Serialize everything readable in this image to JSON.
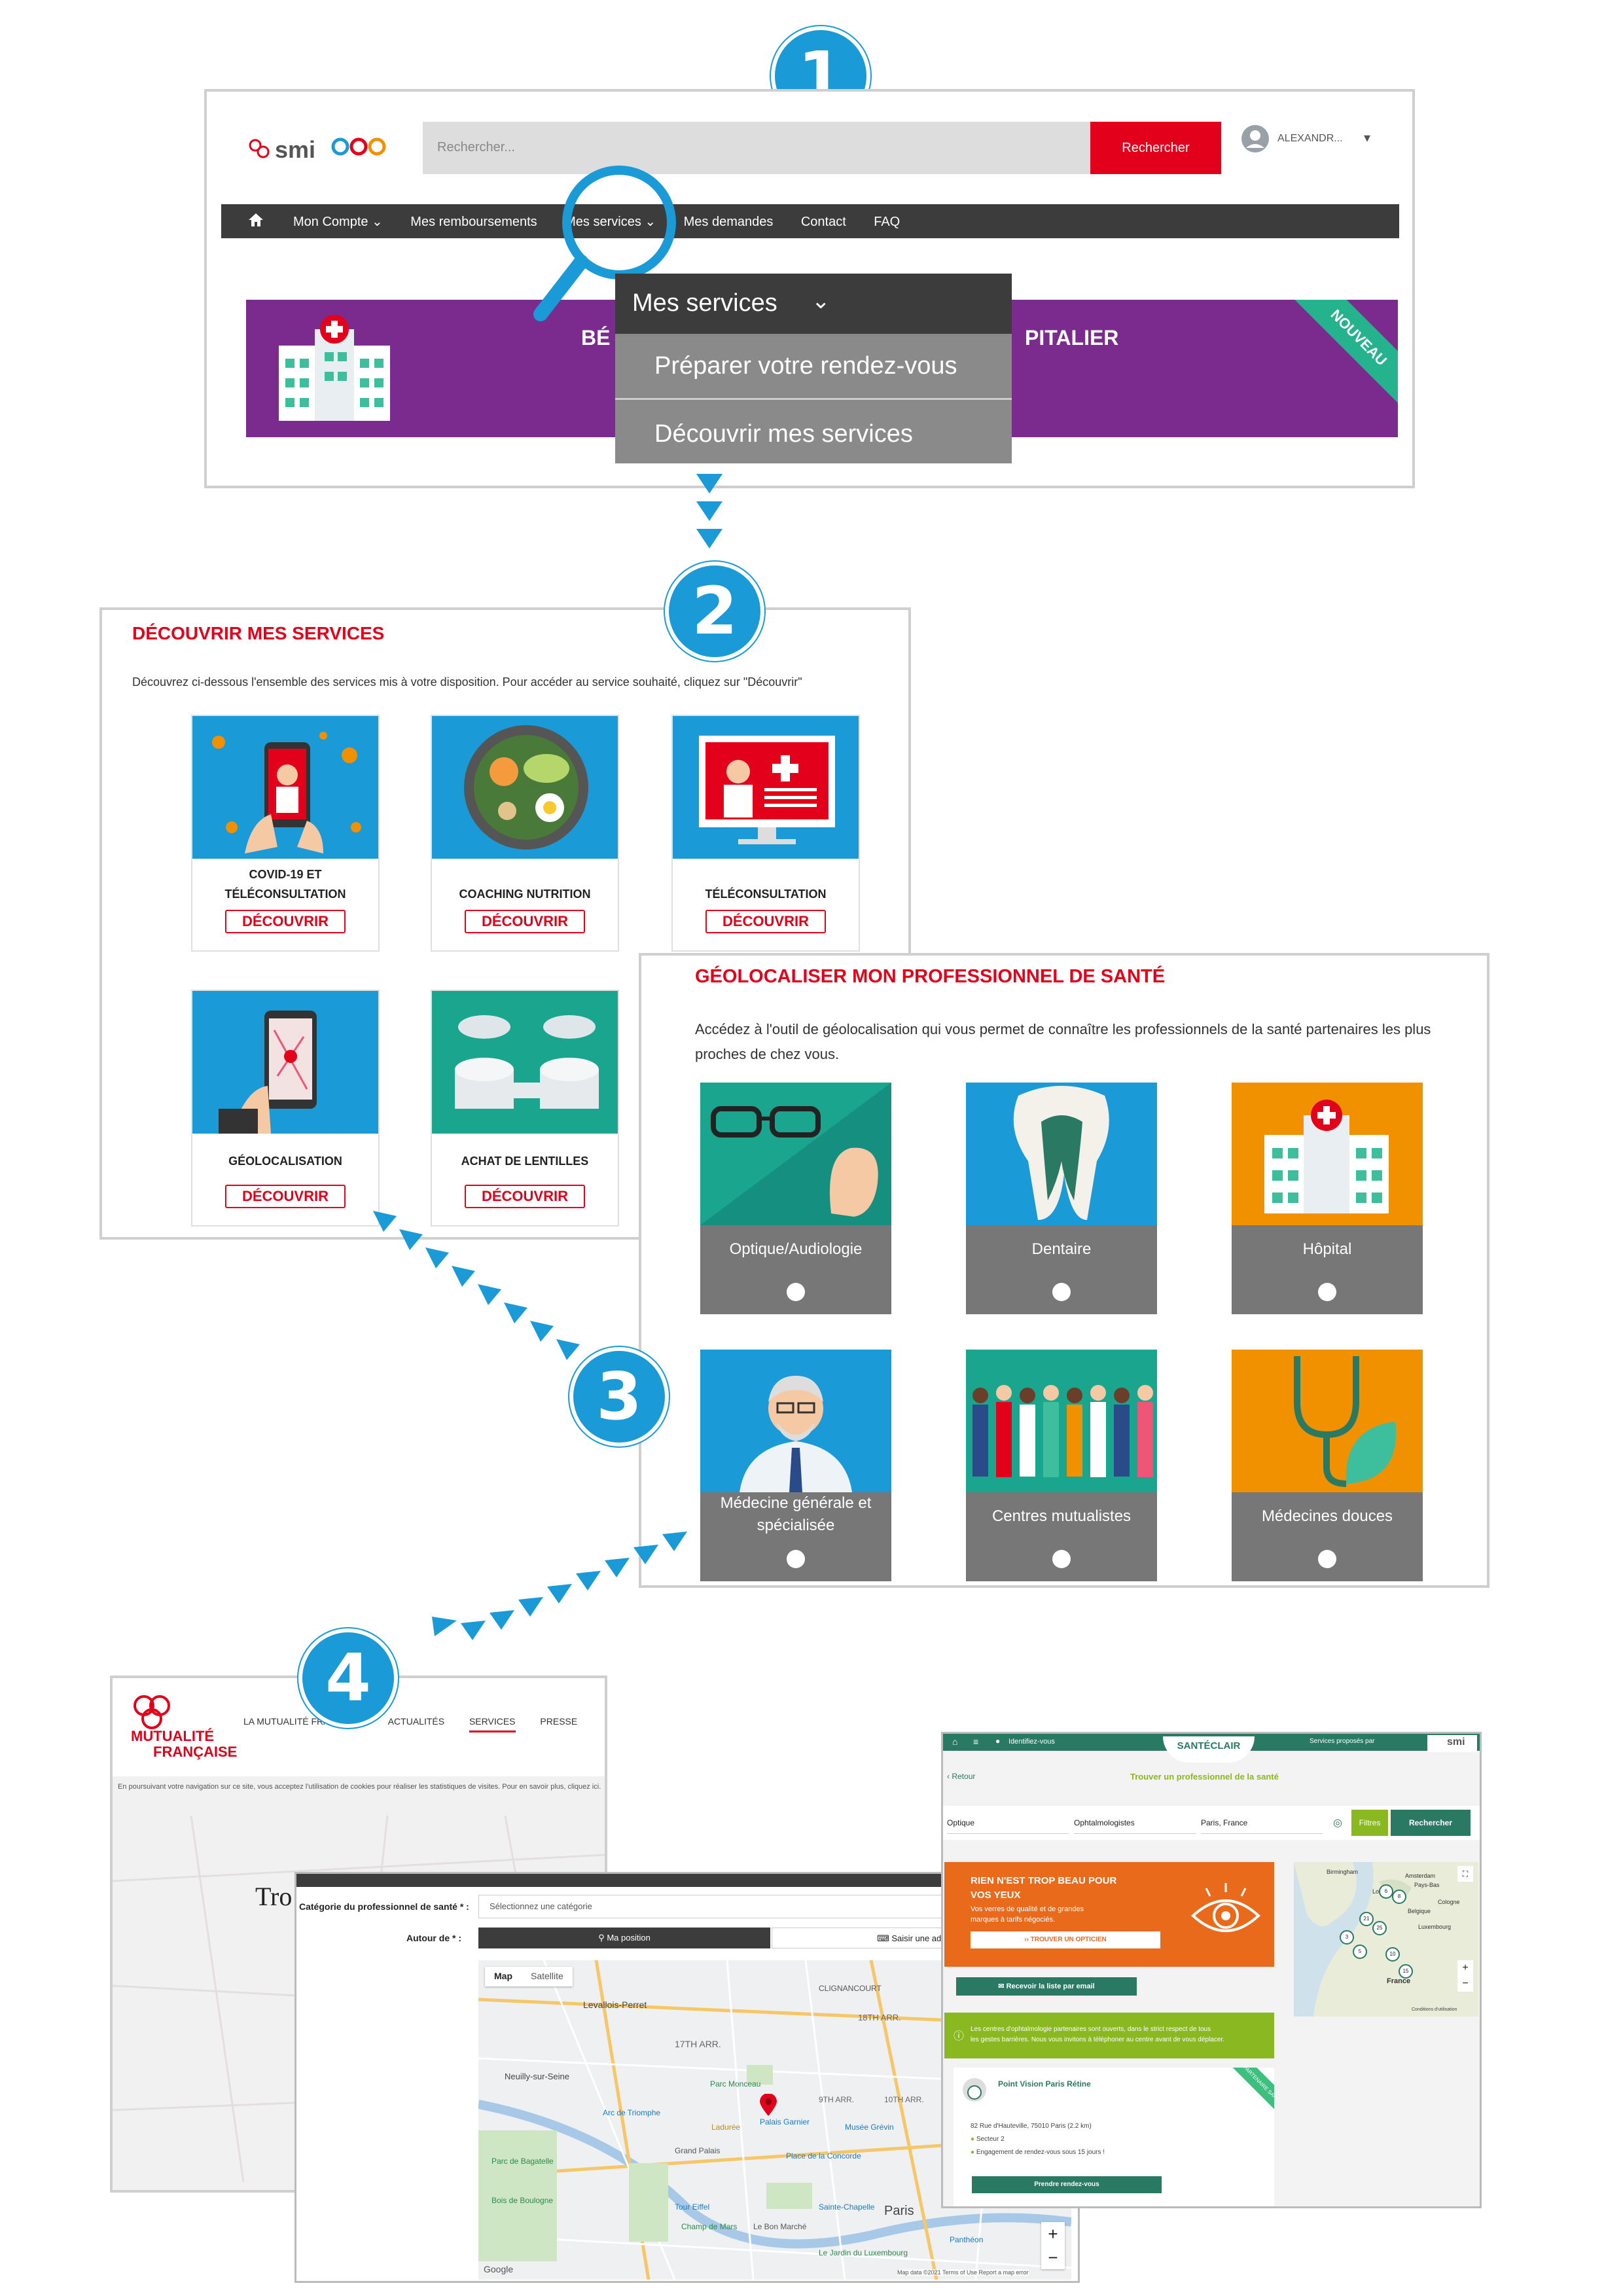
{
  "step_badges": [
    "1",
    "2",
    "3",
    "4"
  ],
  "panel1": {
    "logo": "smi",
    "search_placeholder": "Rechercher...",
    "search_button": "Rechercher",
    "user": "ALEXANDR...",
    "nav": [
      "Mon Compte",
      "Mes remboursements",
      "Mes services",
      "Mes demandes",
      "Contact",
      "FAQ"
    ],
    "banner_left": "BÉ",
    "banner_right": "PITALIER",
    "ribbon": "NOUVEAU",
    "dropdown": {
      "title": "Mes services",
      "items": [
        "Préparer votre rendez-vous",
        "Découvrir mes services"
      ]
    }
  },
  "panel2": {
    "title": "DÉCOUVRIR MES SERVICES",
    "intro": "Découvrez ci-dessous l'ensemble des services mis à votre disposition. Pour accéder au service souhaité, cliquez sur \"Découvrir\"",
    "cards": [
      {
        "line1": "COVID-19 ET",
        "line2": "TÉLÉCONSULTATION",
        "button": "DÉCOUVRIR"
      },
      {
        "line1": "",
        "line2": "COACHING NUTRITION",
        "button": "DÉCOUVRIR"
      },
      {
        "line1": "",
        "line2": "TÉLÉCONSULTATION",
        "button": "DÉCOUVRIR"
      },
      {
        "line1": "",
        "line2": "GÉOLOCALISATION",
        "button": "DÉCOUVRIR"
      },
      {
        "line1": "",
        "line2": "ACHAT DE LENTILLES",
        "button": "DÉCOUVRIR"
      }
    ]
  },
  "panel3": {
    "title": "GÉOLOCALISER MON PROFESSIONNEL DE SANTÉ",
    "intro_line1": "Accédez à l'outil de géolocalisation qui vous permet de connaître les professionnels de la santé partenaires les plus",
    "intro_line2": "proches de chez vous.",
    "tiles": [
      {
        "line1": "Optique/Audiologie",
        "line2": "",
        "color": "#1aa58f"
      },
      {
        "line1": "Dentaire",
        "line2": "",
        "color": "#1a9ad6"
      },
      {
        "line1": "Hôpital",
        "line2": "",
        "color": "#f29100"
      },
      {
        "line1": "Médecine générale et",
        "line2": "spécialisée",
        "color": "#1a9ad6"
      },
      {
        "line1": "Centres mutualistes",
        "line2": "",
        "color": "#1aa58f"
      },
      {
        "line1": "Médecines douces",
        "line2": "",
        "color": "#f29100"
      }
    ]
  },
  "panel4a": {
    "logo_line1": "MUTUALITÉ",
    "logo_line2": "FRANÇAISE",
    "nav": [
      "LA MUTUALITÉ FRANÇAISE",
      "ACTUALITÉS",
      "SERVICES",
      "PRESSE"
    ],
    "cookie": "En poursuivant votre navigation sur ce site, vous acceptez l'utilisation de cookies pour réaliser les statistiques de visites. Pour en savoir plus, cliquez ici.",
    "heading": "Tro"
  },
  "panel4b": {
    "category_label": "Catégorie du professionnel de santé * :",
    "category_placeholder": "Sélectionnez une catégorie",
    "around_label": "Autour de * :",
    "my_position": "Ma position",
    "enter_address": "Saisir une adre",
    "map_tab": "Map",
    "satellite_tab": "Satellite",
    "map_labels": [
      "Levallois-Perret",
      "CLIGNANCOURT",
      "18TH ARR.",
      "17TH ARR.",
      "Neuilly-sur-Seine",
      "Parc Monceau",
      "9TH ARR.",
      "10TH ARR.",
      "Arc de Triomphe",
      "Ladurée",
      "Palais Garnier",
      "Musée Grévin",
      "Grand Palais",
      "Place de la Concorde",
      "Tour Eiffel",
      "Champ de Mars",
      "Paris",
      "Le Bon Marché",
      "Panthéon",
      "Le Jardin du Luxembourg",
      "Parc de Bagatelle",
      "Bois de Boulogne",
      "Sainte-Chapelle"
    ],
    "attribution": "Map data ©2021  Terms of Use  Report a map error",
    "google": "Google"
  },
  "panel4c": {
    "top_link": "Identifiez-vous",
    "brand": "SANTÉCLAIR",
    "provided": "Services proposés par",
    "logo": "smi",
    "back": "Retour",
    "title": "Trouver un professionnel de la santé",
    "field1": "Optique",
    "field2": "Ophtalmologistes",
    "field3": "Paris, France",
    "filters": "Filtres",
    "search": "Rechercher",
    "promo_title1": "RIEN N'EST TROP BEAU POUR",
    "promo_title2": "VOS YEUX",
    "promo_text1": "Vos verres de qualité et de grandes",
    "promo_text2": "marques à tarifs négociés.",
    "promo_button": "TROUVER UN OPTICIEN",
    "email_button": "Recevoir la liste par email",
    "info_line1": "Les centres d'ophtalmologie partenaires sont ouverts, dans le strict respect de tous",
    "info_line2": "les gestes barrières. Nous vous invitons à téléphoner au centre avant de vous déplacer.",
    "result_name": "Point Vision Paris Rétine",
    "result_ribbon": "PARTENAIRE SANTÉCLAIR",
    "result_addr": "82 Rue d'Hauteville, 75010 Paris (2.2 km)",
    "result_sector": "Secteur 2",
    "result_engagement": "Engagement de rendez-vous sous 15 jours !",
    "result_button": "Prendre rendez-vous",
    "map_labels": [
      "Birmingham",
      "London",
      "Amsterdam",
      "Pays-Bas",
      "Cologne",
      "Belgique",
      "Luxembourg",
      "France"
    ],
    "map_footer": "Conditions d'utilisation",
    "map_clusters": [
      "6",
      "8",
      "21",
      "25",
      "3",
      "5",
      "10",
      "15"
    ]
  },
  "colors": {
    "accent_red": "#e2001a",
    "accent_blue": "#1a9ad6",
    "dark_nav": "#3c3c3c",
    "orange": "#ea6a1c",
    "green_brand": "#2a7a63"
  }
}
